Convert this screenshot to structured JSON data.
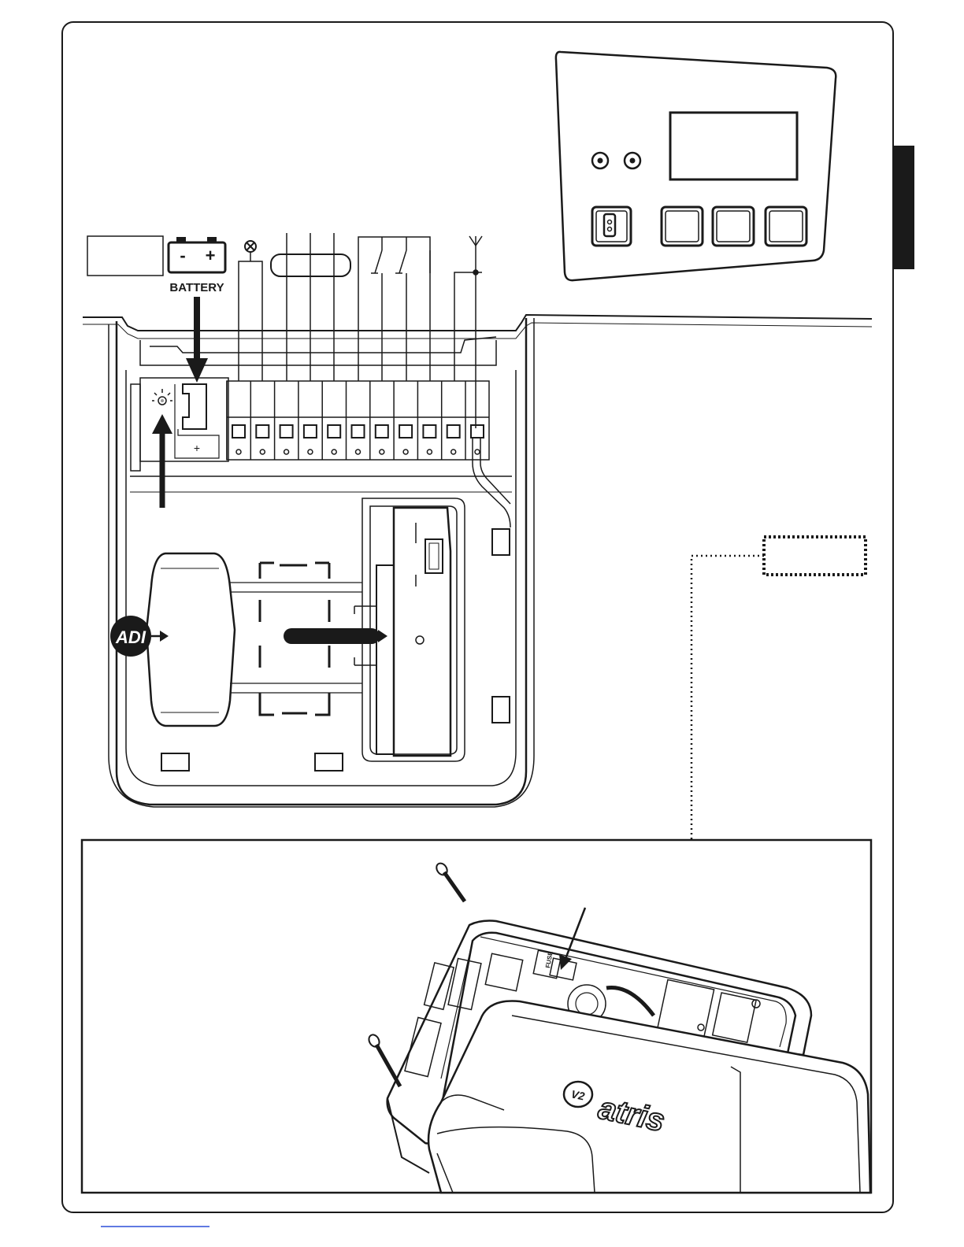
{
  "battery": {
    "label": "BATTERY",
    "minus": "-",
    "plus": "+"
  },
  "connector": {
    "plus": "+"
  },
  "adi_badge": {
    "text": "ADI"
  },
  "brand": {
    "logo_text": "atris",
    "logo_mark": "V2"
  },
  "fuse": {
    "text": "FUSE"
  },
  "terminal_block": {
    "count": 11
  },
  "colors": {
    "line": "#1a1a1a",
    "background": "#ffffff",
    "side_tab": "#1a1a1a",
    "footer_link": "#2b4fd8"
  },
  "icons": [
    "lamp-icon",
    "antenna-icon",
    "push-button-icon",
    "led-icon"
  ]
}
